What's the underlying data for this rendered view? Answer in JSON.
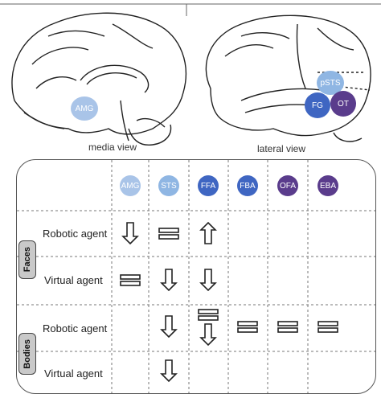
{
  "brain": {
    "medial_caption": "media view",
    "lateral_caption": "lateral view",
    "regions": {
      "amg": {
        "label": "AMG",
        "color": "#a9c4e8"
      },
      "psts": {
        "label": "pSTS",
        "color": "#8fb6e3"
      },
      "fg": {
        "label": "FG",
        "color": "#3f66c2"
      },
      "ot": {
        "label": "OT",
        "color": "#5a3c8c"
      }
    }
  },
  "table": {
    "columns": [
      {
        "label": "AMG",
        "color": "#a9c4e8"
      },
      {
        "label": "STS",
        "color": "#8fb6e3"
      },
      {
        "label": "FFA",
        "color": "#3f66c2"
      },
      {
        "label": "FBA",
        "color": "#3f66c2"
      },
      {
        "label": "OFA",
        "color": "#5a3c8c"
      },
      {
        "label": "EBA",
        "color": "#5a3c8c"
      }
    ],
    "groups": [
      {
        "label": "Faces"
      },
      {
        "label": "Bodies"
      }
    ],
    "rows": [
      {
        "label": "Robotic agent",
        "cells": [
          "down",
          "equal",
          "up",
          "",
          "",
          ""
        ]
      },
      {
        "label": "Virtual agent",
        "cells": [
          "equal",
          "down",
          "down",
          "",
          "",
          ""
        ]
      },
      {
        "label": "Robotic agent",
        "cells": [
          "",
          "down",
          "equal-down",
          "equal",
          "equal",
          "equal"
        ]
      },
      {
        "label": "Virtual agent",
        "cells": [
          "",
          "down",
          "",
          "",
          "",
          ""
        ]
      }
    ]
  }
}
